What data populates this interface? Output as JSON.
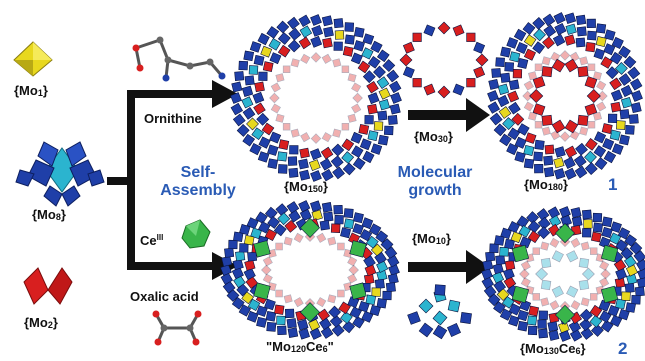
{
  "labels": {
    "mo1": {
      "prefix": "{Mo",
      "sub": "1",
      "suffix": "}"
    },
    "mo8": {
      "prefix": "{Mo",
      "sub": "8",
      "suffix": "}"
    },
    "mo2": {
      "prefix": "{Mo",
      "sub": "2",
      "suffix": "}"
    },
    "mo150": {
      "prefix": "{Mo",
      "sub": "150",
      "suffix": "}"
    },
    "mo30": {
      "prefix": "{Mo",
      "sub": "30",
      "suffix": "}"
    },
    "mo180": {
      "prefix": "{Mo",
      "sub": "180",
      "suffix": "}"
    },
    "mo10": {
      "prefix": "{Mo",
      "sub": "10",
      "suffix": "}"
    },
    "mo120ce6": {
      "prefix": "\"Mo",
      "sub": "120",
      "mid": "Ce",
      "sub2": "6",
      "suffix": "\""
    },
    "mo130ce6": {
      "prefix": "{Mo",
      "sub": "130",
      "mid": "Ce",
      "sub2": "6",
      "suffix": "}"
    },
    "ornithine": "Ornithine",
    "cerium": {
      "text": "Ce",
      "sup": "III"
    },
    "oxalic": "Oxalic acid",
    "self_line1": "Self-",
    "self_line2": "Assembly",
    "growth_line1": "Molecular",
    "growth_line2": "growth",
    "compound1": "1",
    "compound2": "2"
  },
  "colors": {
    "blue_polyhedra": "#1f3fa8",
    "cyan_polyhedra": "#2bb4cf",
    "red_polyhedra": "#d81f1f",
    "yellow_polyhedra": "#e8d81e",
    "green_polyhedra": "#39b54a",
    "arrow": "#111111",
    "accent_text": "#2a5bb5"
  }
}
